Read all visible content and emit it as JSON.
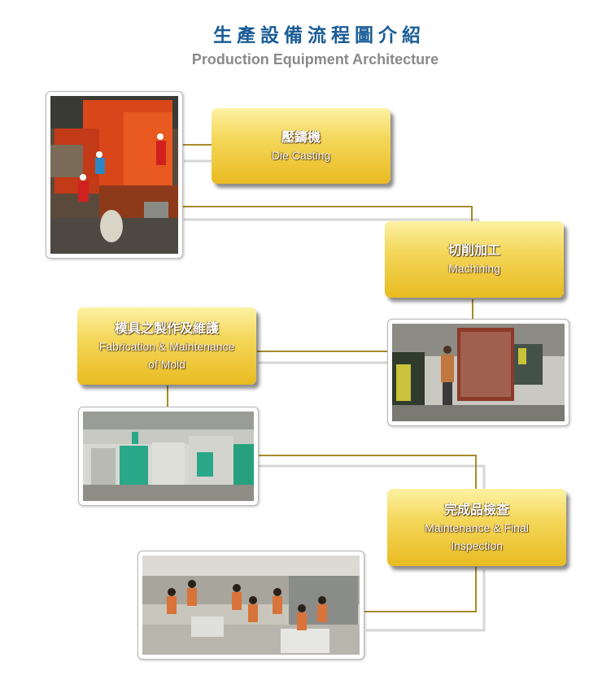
{
  "title": {
    "chinese": "生產設備流程圖介紹",
    "english": "Production Equipment Architecture"
  },
  "steps": [
    {
      "chinese": "壓鑄機",
      "english": "Die Casting"
    },
    {
      "chinese": "切削加工",
      "english": "Machining"
    },
    {
      "chinese": "模具之製作及維護",
      "english": "Fabrication & Maintenance\nof Mold"
    },
    {
      "chinese": "完成品檢查",
      "english": "Maintenance & Final\nInspection"
    }
  ],
  "colors": {
    "title_blue": "#1a5c96",
    "subtitle_gray": "#8a8a8a",
    "connector_gold": "#a88a2c",
    "box_gold": "#f4d75a"
  }
}
